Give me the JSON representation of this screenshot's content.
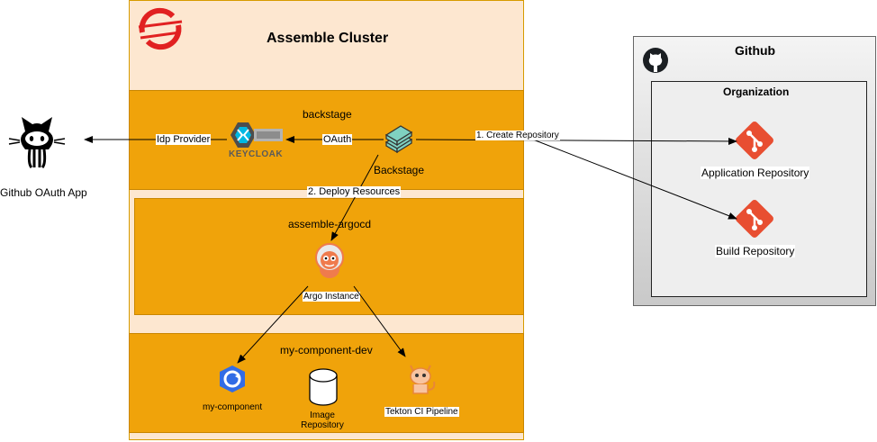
{
  "cluster": {
    "title": "Assemble Cluster"
  },
  "backstage_ns": {
    "label": "backstage",
    "app_label": "Backstage",
    "keycloak_text": "KEYCLOAK"
  },
  "argocd_ns": {
    "label": "assemble-argocd",
    "instance_label": "Argo Instance"
  },
  "component_ns": {
    "label": "my-component-dev",
    "component_label": "my-component",
    "image_repo_label": "Image Repository",
    "pipeline_label": "Tekton CI Pipeline"
  },
  "github": {
    "title": "Github",
    "org_label": "Organization",
    "app_repo_label": "Application Repository",
    "build_repo_label": "Build Repository"
  },
  "oauth_app": {
    "label": "Github OAuth App"
  },
  "edges": {
    "idp": "Idp Provider",
    "oauth": "OAuth",
    "create_repo": "1. Create Repository",
    "deploy": "2. Deploy Resources"
  },
  "colors": {
    "band": "#f0a30a",
    "cluster_bg": "#fde7d0",
    "openshift_red": "#e12121",
    "git_red": "#e84e31",
    "argo_orange": "#ef7b4d"
  }
}
